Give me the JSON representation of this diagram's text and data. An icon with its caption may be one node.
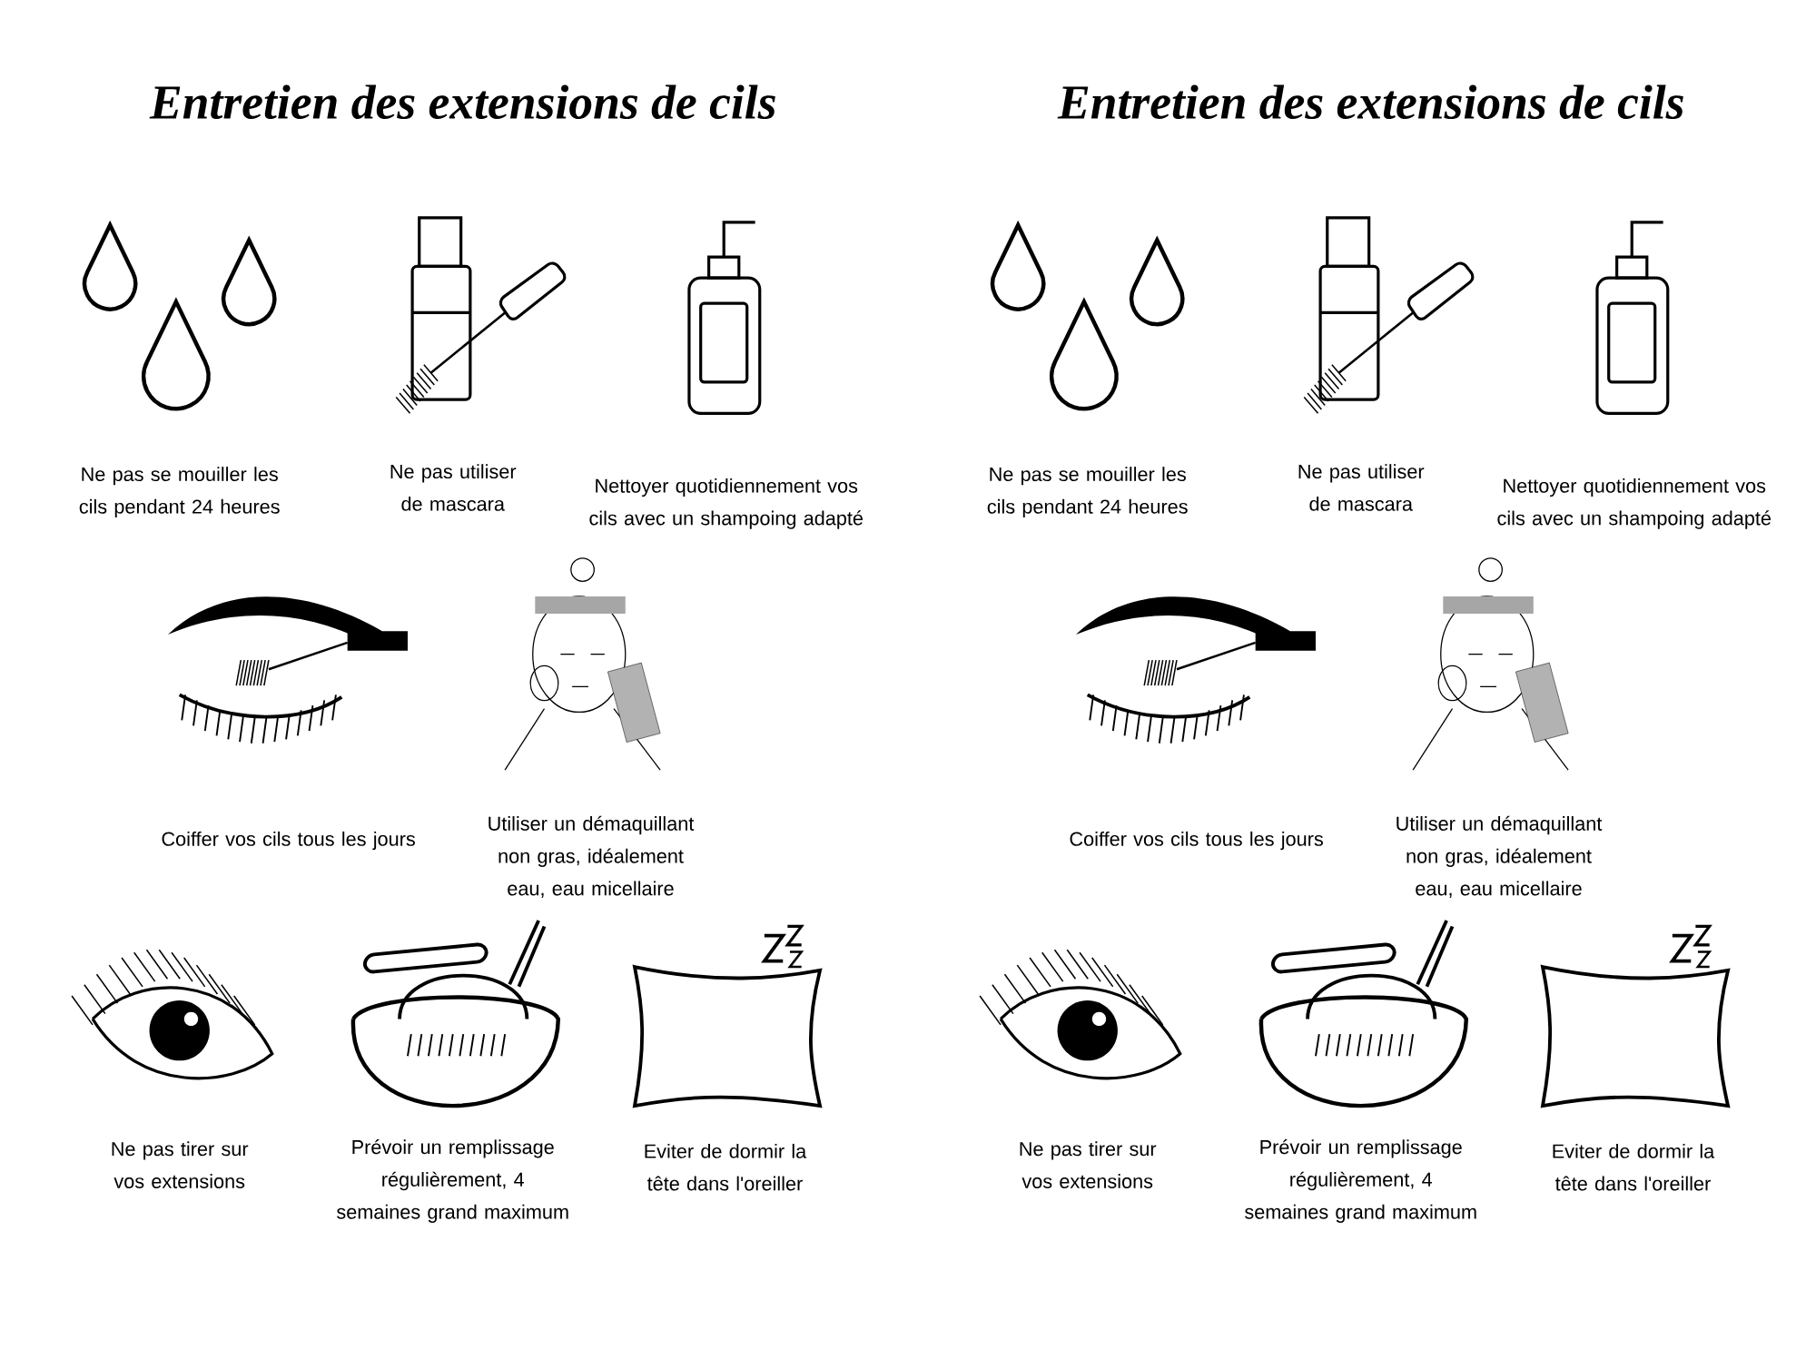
{
  "diagram": {
    "labels": [
      "Entretien des extensions de cils",
      "Ne pas se mouiller les cils pendant 24 heures",
      "Ne pas utiliser de mascara",
      "Nettoyer quotidiennement vos cils avec un shampoing adapté",
      "Coiffer vos cils tous les jours",
      "Utiliser un démaquillant non gras, idéalement eau, eau micellaire",
      "Ne pas tirer sur vos extensions",
      "Prévoir un remplissage régulièrement, 4 semaines grand maximum",
      "Eviter de dormir la tête dans l'oreiller",
      "Entretien des extensions de cils",
      "Ne pas se mouiller les cils pendant 24 heures",
      "Ne pas utiliser de mascara",
      "Nettoyer quotidiennement vos cils avec un shampoing adapté",
      "Coiffer vos cils tous les jours",
      "Utiliser un démaquillant non gras, idéalement eau, eau micellaire",
      "Ne pas tirer sur vos extensions",
      "Prévoir un remplissage régulièrement, 4 semaines grand maximum",
      "Eviter de dormir la tête dans l'oreiller"
    ]
  }
}
